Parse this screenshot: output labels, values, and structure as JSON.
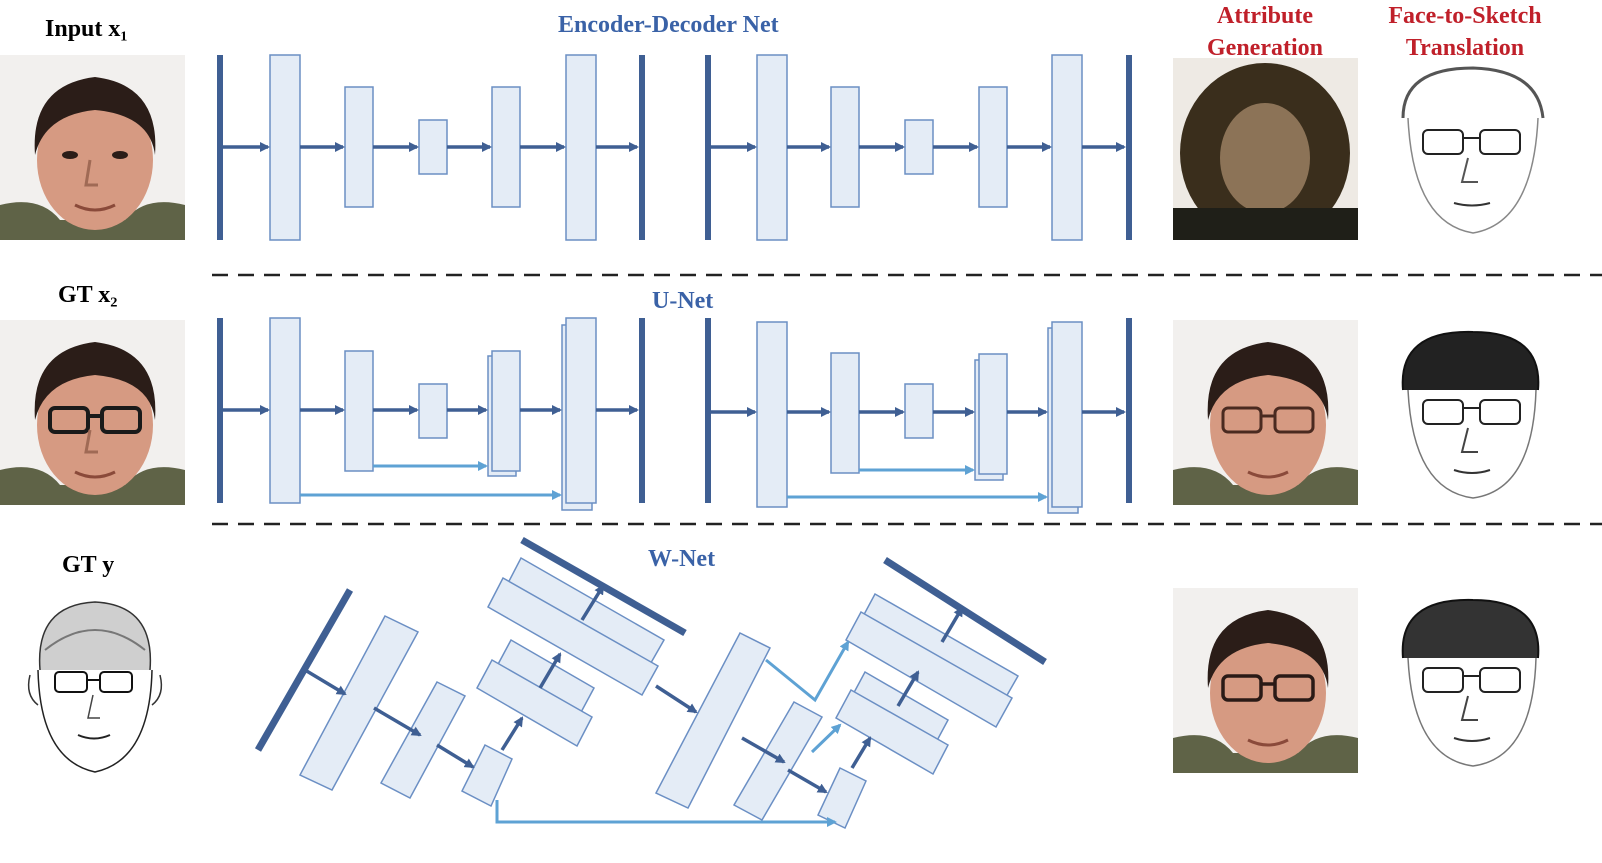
{
  "labels": {
    "input_x1": "Input x₁",
    "gt_x2": "GT x₂",
    "gt_y": "GT y"
  },
  "headers": {
    "attribute_generation": "Attribute Generation",
    "face_to_sketch": "Face-to-Sketch Translation"
  },
  "networks": {
    "encoder_decoder": "Encoder-Decoder Net",
    "unet": "U-Net",
    "wnet": "W-Net"
  },
  "colors": {
    "dark_bar": "#3f5f93",
    "block_fill": "#e4ecf6",
    "block_stroke": "#6b8fc4",
    "skip_arrow": "#5ea2d4",
    "title_blue": "#3a62a7",
    "header_red": "#c0202a"
  }
}
